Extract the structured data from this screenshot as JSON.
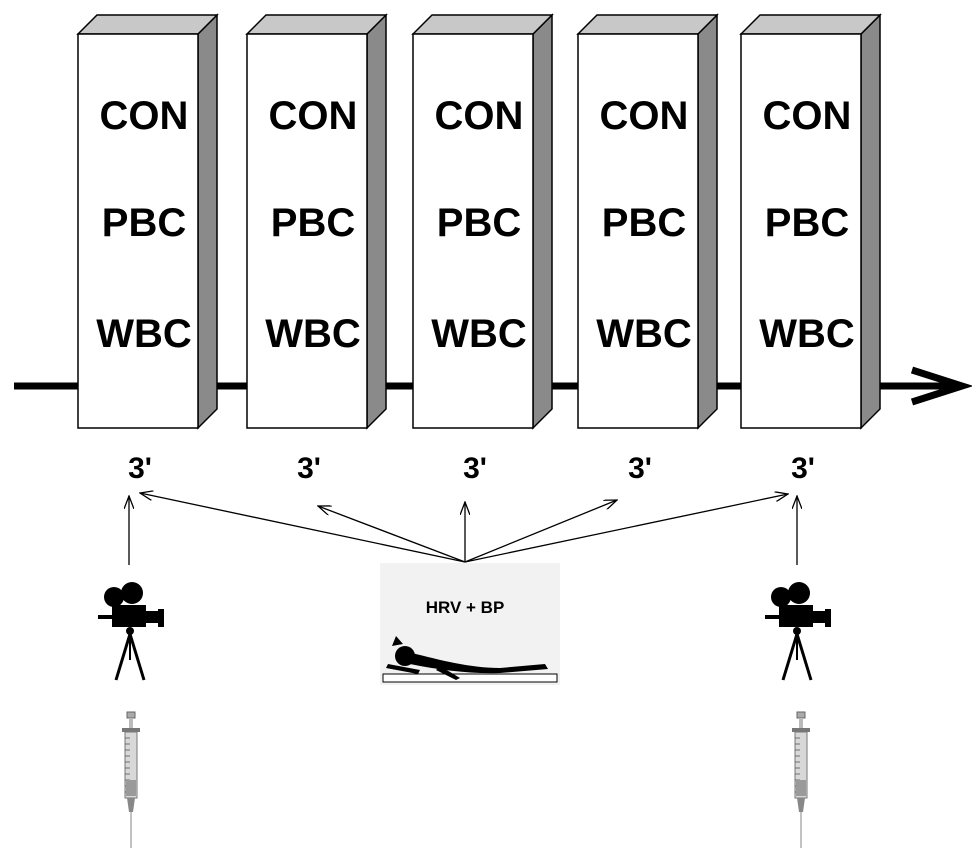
{
  "blocks": [
    {
      "lines": [
        "CON",
        "PBC",
        "WBC"
      ],
      "duration": "3'"
    },
    {
      "lines": [
        "CON",
        "PBC",
        "WBC"
      ],
      "duration": "3'"
    },
    {
      "lines": [
        "CON",
        "PBC",
        "WBC"
      ],
      "duration": "3'"
    },
    {
      "lines": [
        "CON",
        "PBC",
        "WBC"
      ],
      "duration": "3'"
    },
    {
      "lines": [
        "CON",
        "PBC",
        "WBC"
      ],
      "duration": "3'"
    }
  ],
  "measurement": {
    "label": "HRV + BP"
  },
  "icons": {
    "left": [
      "video-camera-icon",
      "syringe-icon"
    ],
    "center": [
      "supine-person-icon"
    ],
    "right": [
      "video-camera-icon",
      "syringe-icon"
    ]
  },
  "colors": {
    "box_face": "#ffffff",
    "box_side": "#8a8a8a",
    "box_top": "#c8c8c8",
    "ink": "#000000",
    "panel": "#f2f2f2"
  }
}
